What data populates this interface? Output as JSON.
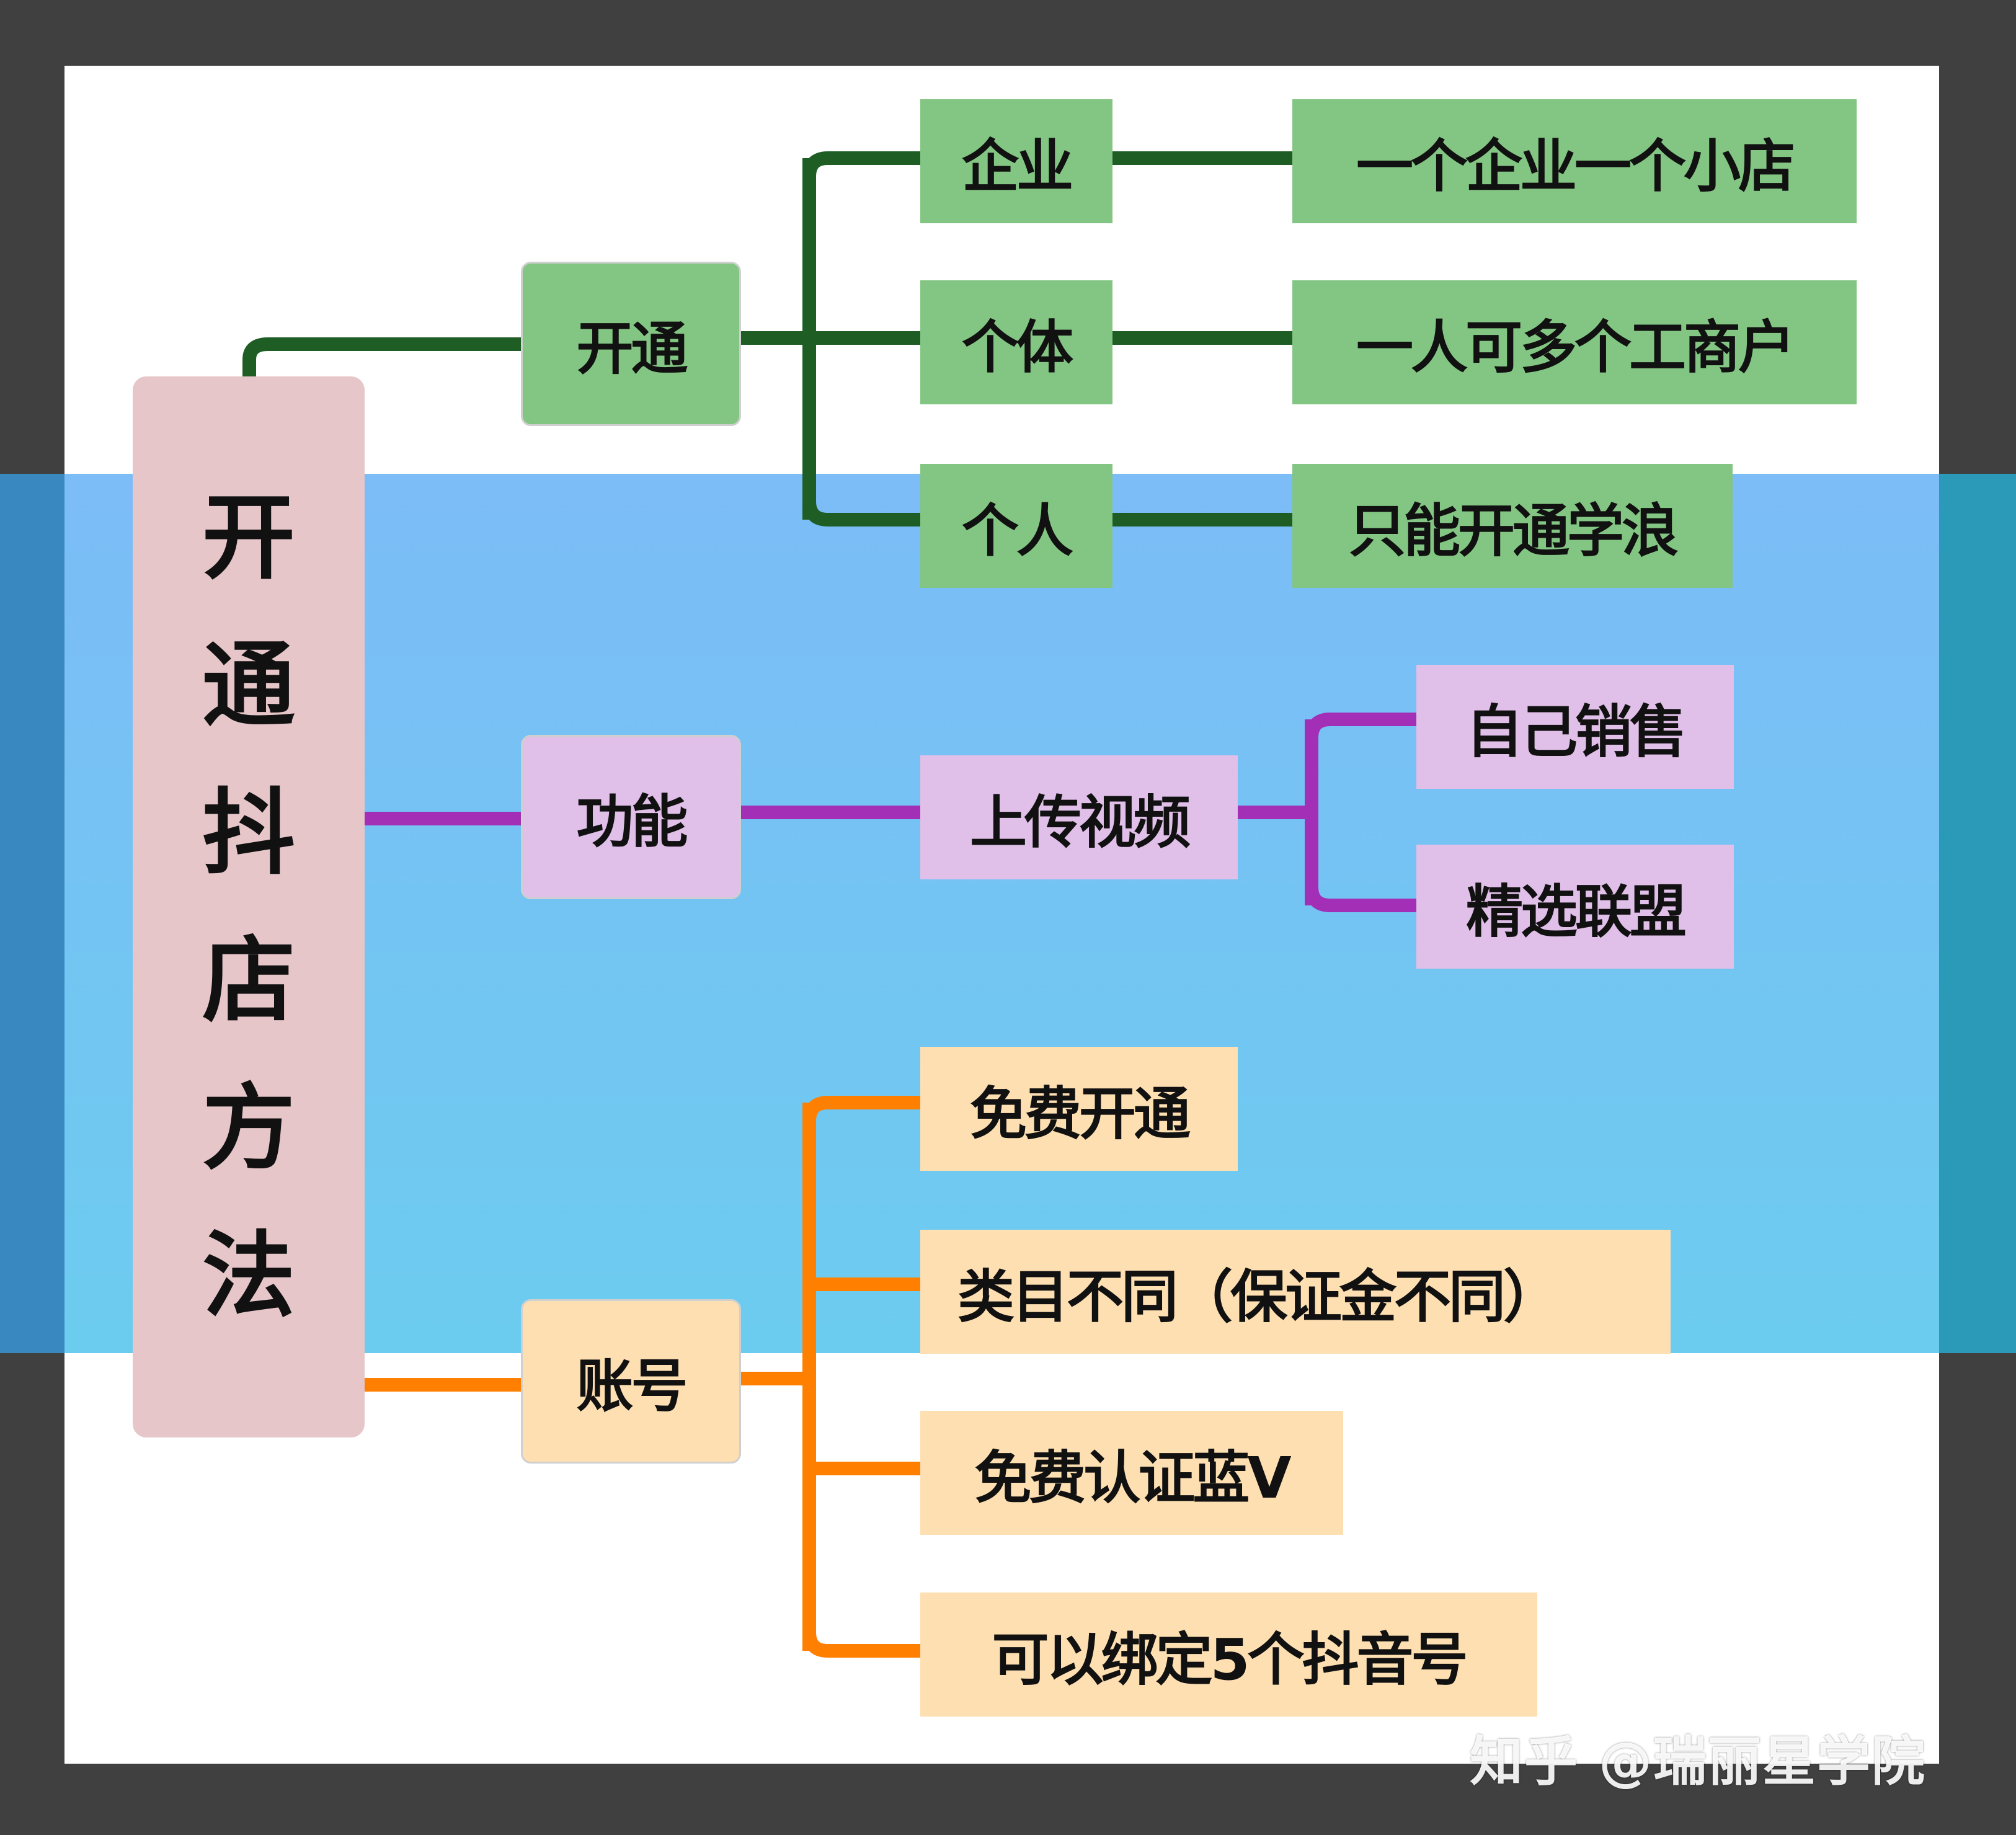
{
  "diagram": {
    "root": {
      "label": "开通抖店方法",
      "chars": [
        "开",
        "通",
        "抖",
        "店",
        "方",
        "法"
      ]
    },
    "colors": {
      "green": "#1e5e25",
      "purple": "#a32fb6",
      "orange": "#ff7f00"
    },
    "branches": [
      {
        "label": "开通",
        "children": [
          {
            "label": "企业",
            "detail": "一个企业一个小店"
          },
          {
            "label": "个体",
            "detail": "一人可多个工商户"
          },
          {
            "label": "个人",
            "detail": "只能开通学浪"
          }
        ]
      },
      {
        "label": "功能",
        "children": [
          {
            "label": "上传视频",
            "subchildren": [
              "自己销售",
              "精选联盟"
            ]
          }
        ]
      },
      {
        "label": "账号",
        "children": [
          {
            "label": "免费开通"
          },
          {
            "label": "类目不同（保证金不同）"
          },
          {
            "label": "免费认证蓝V"
          },
          {
            "label": "可以绑定5个抖音号"
          }
        ]
      }
    ]
  },
  "watermark": "知乎 @瑞丽星学院"
}
